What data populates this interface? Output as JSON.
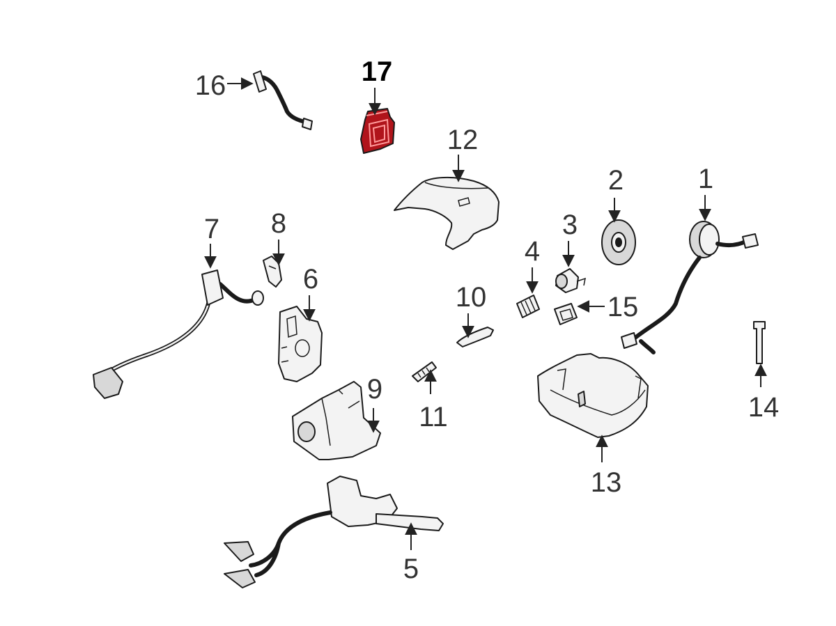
{
  "callouts": [
    {
      "id": "c1",
      "label": "1"
    },
    {
      "id": "c2",
      "label": "2"
    },
    {
      "id": "c3",
      "label": "3"
    },
    {
      "id": "c4",
      "label": "4"
    },
    {
      "id": "c5",
      "label": "5"
    },
    {
      "id": "c6",
      "label": "6"
    },
    {
      "id": "c7",
      "label": "7"
    },
    {
      "id": "c8",
      "label": "8"
    },
    {
      "id": "c9",
      "label": "9"
    },
    {
      "id": "c10",
      "label": "10"
    },
    {
      "id": "c11",
      "label": "11"
    },
    {
      "id": "c12",
      "label": "12"
    },
    {
      "id": "c13",
      "label": "13"
    },
    {
      "id": "c14",
      "label": "14"
    },
    {
      "id": "c15",
      "label": "15"
    },
    {
      "id": "c16",
      "label": "16"
    },
    {
      "id": "c17",
      "label": "17"
    }
  ],
  "highlighted_part": "17",
  "colors": {
    "highlight": "#b0141b",
    "line": "#1a1a1a",
    "part_fill": "#f3f3f3"
  }
}
